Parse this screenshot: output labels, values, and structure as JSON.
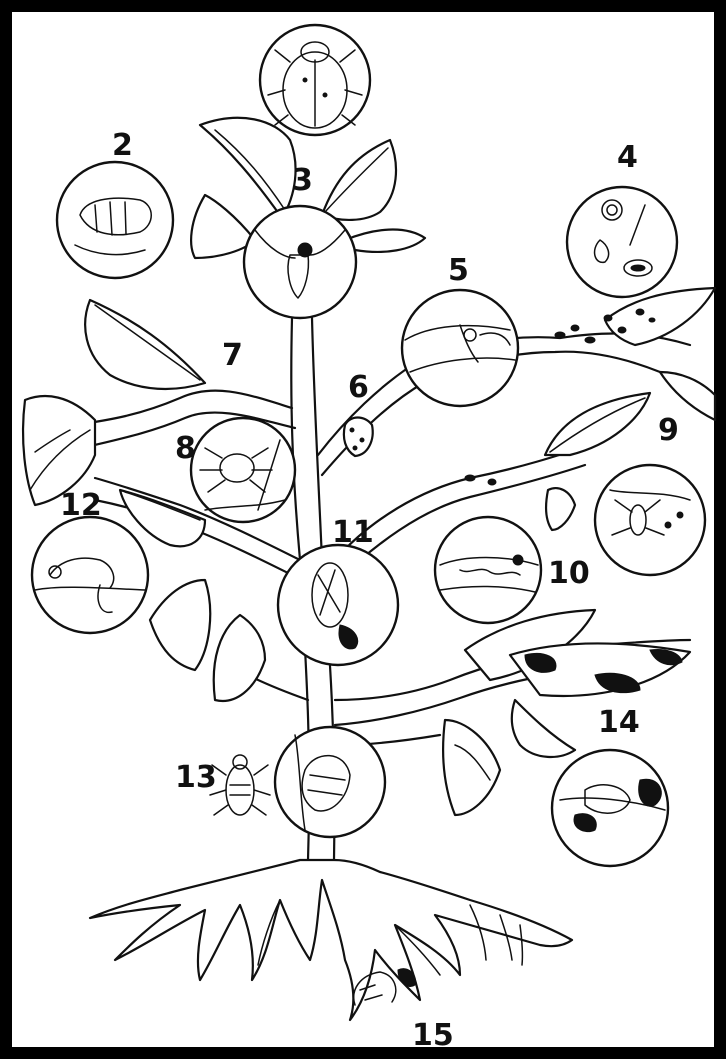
{
  "diagram": {
    "labels": [
      "2",
      "3",
      "4",
      "5",
      "6",
      "7",
      "8",
      "9",
      "10",
      "11",
      "12",
      "13",
      "14",
      "15"
    ]
  }
}
